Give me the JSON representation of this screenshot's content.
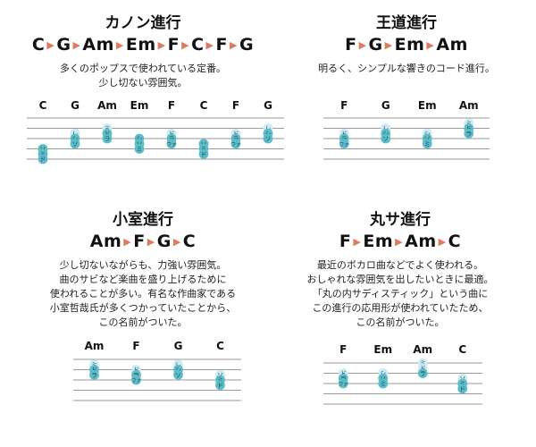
{
  "colors": {
    "note_light": "#cde9f1",
    "note_dark": "#5bbdc8",
    "arrow": "#e07a5f",
    "line": "#9a9a9a"
  },
  "panels": [
    {
      "title": "カノン進行",
      "progression": [
        "C",
        "G",
        "Am",
        "Em",
        "F",
        "C",
        "F",
        "G"
      ],
      "desc": [
        "多くのポップスで使われている定番。",
        "少し切ない雰囲気。"
      ],
      "staff": [
        {
          "chord": "C",
          "notes": [
            {
              "name": "ソ",
              "pos": 6
            },
            {
              "name": "ミ",
              "pos": 7
            },
            {
              "name": "ド",
              "pos": 8
            }
          ]
        },
        {
          "chord": "G",
          "notes": [
            {
              "name": "レ",
              "pos": 3
            },
            {
              "name": "シ",
              "pos": 4
            },
            {
              "name": "ソ",
              "pos": 5
            }
          ]
        },
        {
          "chord": "Am",
          "notes": [
            {
              "name": "ミ",
              "pos": 2
            },
            {
              "name": "ド",
              "pos": 3
            },
            {
              "name": "ラ",
              "pos": 4
            }
          ]
        },
        {
          "chord": "Em",
          "notes": [
            {
              "name": "シ",
              "pos": 4
            },
            {
              "name": "ソ",
              "pos": 5
            },
            {
              "name": "ミ",
              "pos": 6
            }
          ]
        },
        {
          "chord": "F",
          "notes": [
            {
              "name": "ド",
              "pos": 3
            },
            {
              "name": "ラ",
              "pos": 4
            },
            {
              "name": "ファ",
              "pos": 5
            }
          ]
        },
        {
          "chord": "C",
          "notes": [
            {
              "name": "ソ",
              "pos": 5
            },
            {
              "name": "ミ",
              "pos": 6
            },
            {
              "name": "ド",
              "pos": 7
            }
          ]
        },
        {
          "chord": "F",
          "notes": [
            {
              "name": "ド",
              "pos": 3
            },
            {
              "name": "ラ",
              "pos": 4
            },
            {
              "name": "ファ",
              "pos": 5
            }
          ]
        },
        {
          "chord": "G",
          "notes": [
            {
              "name": "レ",
              "pos": 2
            },
            {
              "name": "シ",
              "pos": 3
            },
            {
              "name": "ソ",
              "pos": 4
            }
          ]
        }
      ]
    },
    {
      "title": "王道進行",
      "progression": [
        "F",
        "G",
        "Em",
        "Am"
      ],
      "desc": [
        "明るく、シンプルな響きのコード進行。"
      ],
      "staff": [
        {
          "chord": "F",
          "notes": [
            {
              "name": "ド",
              "pos": 3
            },
            {
              "name": "ラ",
              "pos": 4
            },
            {
              "name": "ファ",
              "pos": 5
            }
          ]
        },
        {
          "chord": "G",
          "notes": [
            {
              "name": "レ",
              "pos": 2
            },
            {
              "name": "シ",
              "pos": 3
            },
            {
              "name": "ソ",
              "pos": 4
            }
          ]
        },
        {
          "chord": "Em",
          "notes": [
            {
              "name": "シ",
              "pos": 3
            },
            {
              "name": "ソ",
              "pos": 4
            },
            {
              "name": "ミ",
              "pos": 5
            }
          ]
        },
        {
          "chord": "Am",
          "notes": [
            {
              "name": "ミ",
              "pos": 1
            },
            {
              "name": "ド",
              "pos": 2
            },
            {
              "name": "ラ",
              "pos": 3
            }
          ]
        }
      ]
    },
    {
      "title": "小室進行",
      "progression": [
        "Am",
        "F",
        "G",
        "C"
      ],
      "desc": [
        "少し切ないながらも、力強い雰囲気。",
        "曲のサビなど楽曲を盛り上げるために",
        "使われることが多い。有名な作曲家である",
        "小室哲哉氏が多くつかっていたことから、",
        "この名前がついた。"
      ],
      "staff": [
        {
          "chord": "Am",
          "notes": [
            {
              "name": "ミ",
              "pos": 1
            },
            {
              "name": "ド",
              "pos": 2
            },
            {
              "name": "ラ",
              "pos": 3
            }
          ]
        },
        {
          "chord": "F",
          "notes": [
            {
              "name": "ド",
              "pos": 2
            },
            {
              "name": "ラ",
              "pos": 3
            },
            {
              "name": "ファ",
              "pos": 4
            }
          ]
        },
        {
          "chord": "G",
          "notes": [
            {
              "name": "レ",
              "pos": 1
            },
            {
              "name": "シ",
              "pos": 2
            },
            {
              "name": "ソ",
              "pos": 3
            }
          ]
        },
        {
          "chord": "C",
          "notes": [
            {
              "name": "ソ",
              "pos": 3
            },
            {
              "name": "ミ",
              "pos": 4
            },
            {
              "name": "ド",
              "pos": 5
            }
          ]
        }
      ]
    },
    {
      "title": "丸サ進行",
      "progression": [
        "F",
        "Em",
        "Am",
        "C"
      ],
      "desc": [
        "最近のボカロ曲などでよく使われる。",
        "おしゃれな雰囲気を出したいときに最適。",
        "「丸の内サディスティック」という曲に",
        "この進行の応用形が使われていたため、",
        "この名前がついた。"
      ],
      "staff": [
        {
          "chord": "F",
          "notes": [
            {
              "name": "ド",
              "pos": 2
            },
            {
              "name": "ラ",
              "pos": 3
            },
            {
              "name": "ファ",
              "pos": 4
            }
          ]
        },
        {
          "chord": "Em",
          "notes": [
            {
              "name": "シ",
              "pos": 2
            },
            {
              "name": "ソ",
              "pos": 3
            },
            {
              "name": "ミ",
              "pos": 4
            }
          ]
        },
        {
          "chord": "Am",
          "notes": [
            {
              "name": "ミ",
              "pos": 0
            },
            {
              "name": "ド",
              "pos": 1
            },
            {
              "name": "ラ",
              "pos": 2
            }
          ]
        },
        {
          "chord": "C",
          "notes": [
            {
              "name": "ソ",
              "pos": 3
            },
            {
              "name": "ミ",
              "pos": 4
            },
            {
              "name": "ド",
              "pos": 5
            }
          ]
        }
      ]
    }
  ]
}
